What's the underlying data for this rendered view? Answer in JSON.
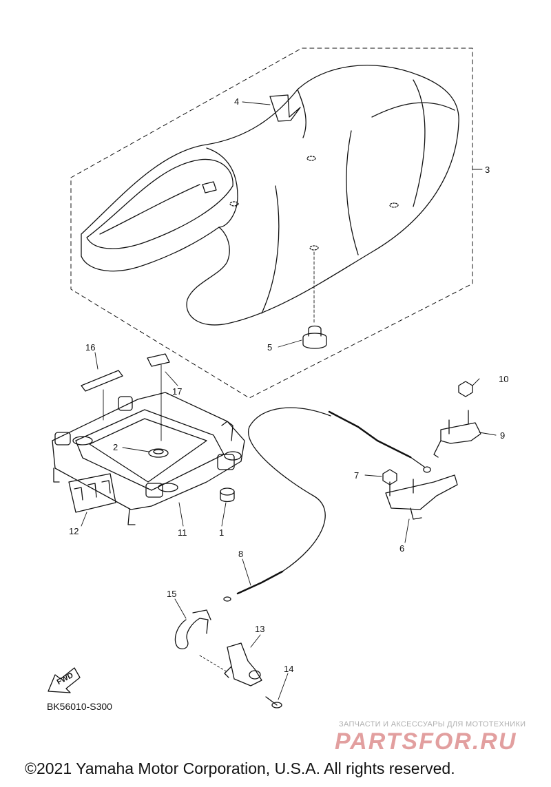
{
  "callouts": [
    "1",
    "2",
    "3",
    "4",
    "5",
    "6",
    "7",
    "8",
    "9",
    "10",
    "11",
    "12",
    "13",
    "14",
    "15",
    "16",
    "17"
  ],
  "diagram_code": "BK56010-S300",
  "fwd_label": "FWD",
  "watermark": {
    "subtitle": "ЗАПЧАСТИ И АКСЕССУАРЫ ДЛЯ МОТОТЕХНИКИ",
    "logo": "PARTSFOR.RU"
  },
  "copyright": "©2021 Yamaha Motor Corporation, U.S.A. All rights reserved."
}
